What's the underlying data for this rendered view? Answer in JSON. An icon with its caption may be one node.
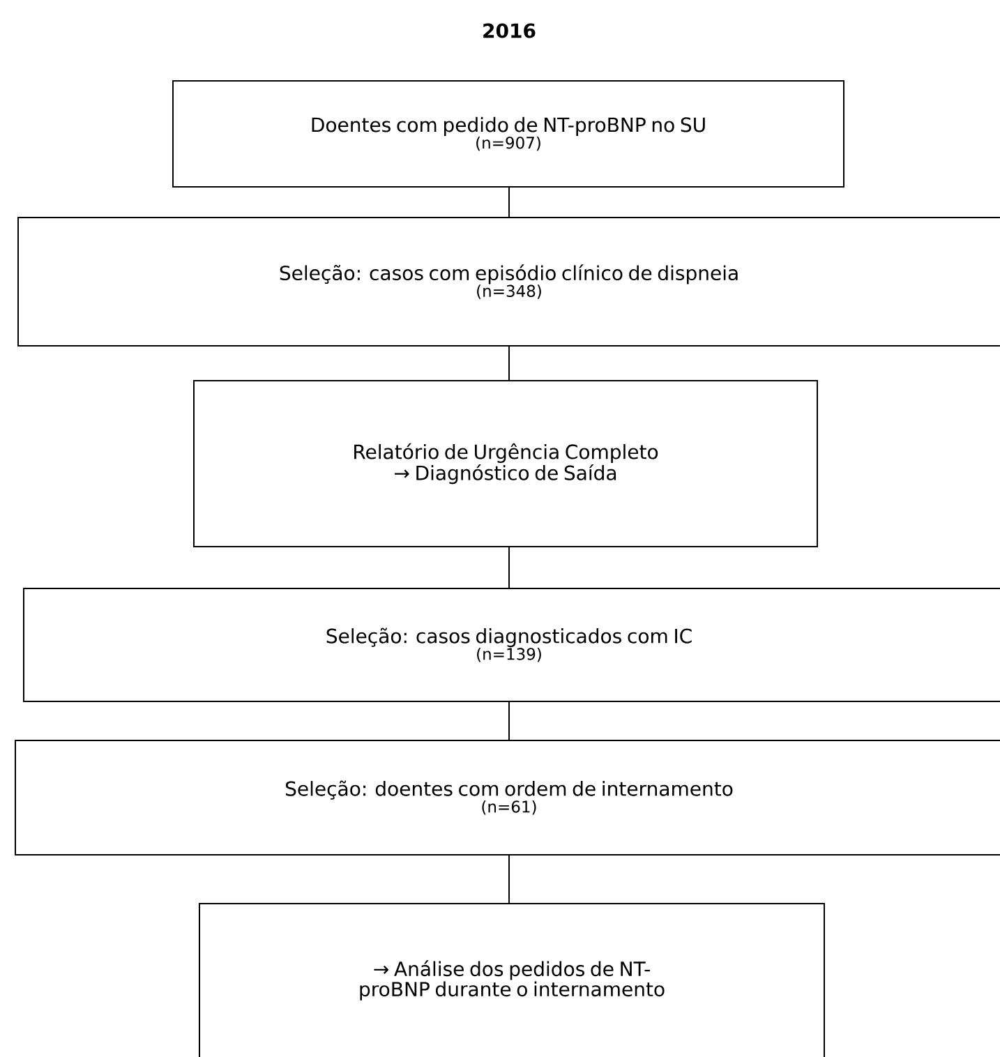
{
  "diagram": {
    "title": "2016",
    "nodes": [
      {
        "text": [
          "Doentes com pedido de NT-proBNP no SU",
          "(n=907)"
        ]
      },
      {
        "text": [
          "Seleção: casos com episódio clínico de dispneia",
          "(n=348)"
        ]
      },
      {
        "text": [
          "Relatório de Urgência Completo",
          "→ Diagnóstico de Saída"
        ]
      },
      {
        "text": [
          "Seleção: casos diagnosticados com IC",
          "(n=139)"
        ]
      },
      {
        "text": [
          "Seleção: doentes com ordem de internamento",
          "(n=61)"
        ]
      },
      {
        "text": [
          "→ Análise dos pedidos de NT-proBNP durante o internamento"
        ]
      }
    ],
    "edges": [
      {
        "from": 0,
        "to": 1,
        "arrow": "none"
      },
      {
        "from": 1,
        "to": 2,
        "arrow": "none"
      },
      {
        "from": 2,
        "to": 3,
        "arrow": "none"
      },
      {
        "from": 3,
        "to": 4,
        "arrow": "none"
      },
      {
        "from": 4,
        "to": 5,
        "arrow": "none"
      }
    ]
  }
}
